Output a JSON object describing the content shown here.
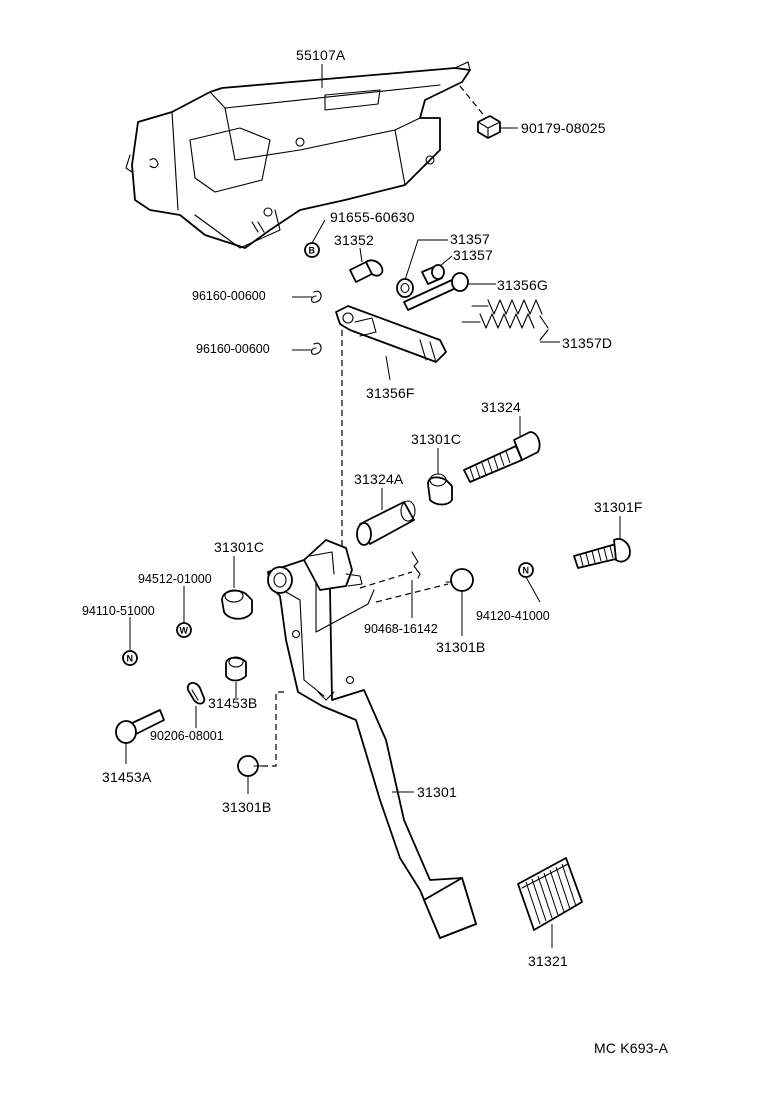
{
  "parts": {
    "bracket": "55107A",
    "nut": "90179-08025",
    "bolt_b": "91655-60630",
    "clip_a": "96160-00600",
    "clip_b": "96160-00600",
    "pin_31352": "31352",
    "bush_top": "31357",
    "bush_bottom": "31357",
    "bolt_31356g": "31356G",
    "spring": "31357D",
    "link": "31356F",
    "bolt_31324": "31324",
    "bush_31301c_right": "31301C",
    "collar": "31324A",
    "bolt_31301f": "31301F",
    "bush_31301c_left": "31301C",
    "washer_w": "94512-01000",
    "nut_n_left": "94110-51000",
    "clip_90468": "90468-16142",
    "nut_n_right": "94120-41000",
    "stopper_right": "31301B",
    "grommet": "31453B",
    "clip_90206": "90206-08001",
    "switch_31453a": "31453A",
    "stopper_left": "31301B",
    "pedal": "31301",
    "pad": "31321"
  },
  "badges": {
    "b": "B",
    "w": "W",
    "n_left": "N",
    "n_right": "N"
  },
  "footer_code": "MC  K693-A"
}
